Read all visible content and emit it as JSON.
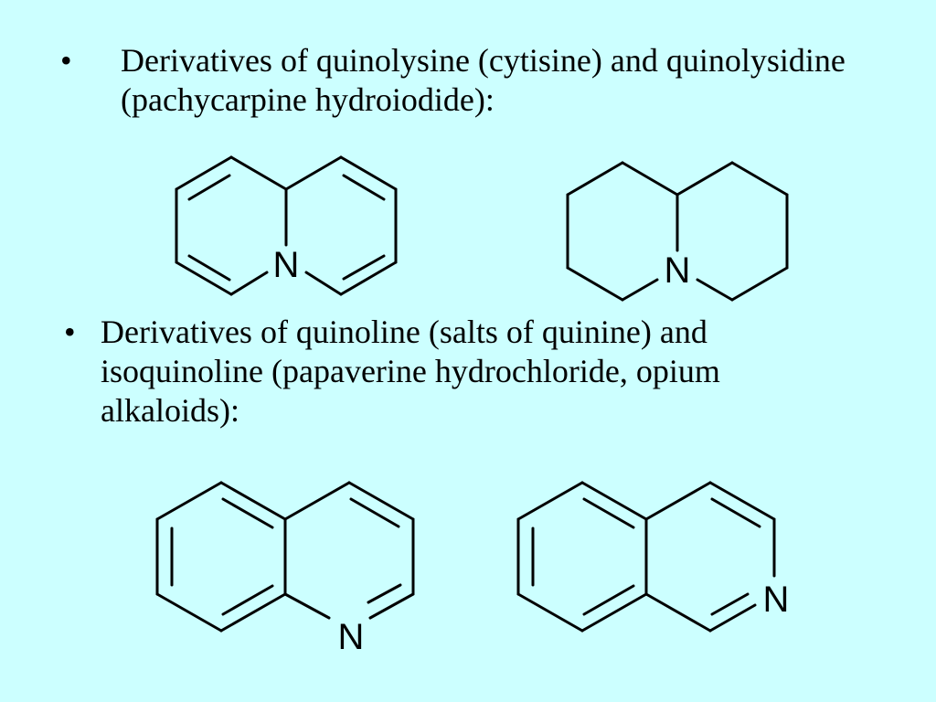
{
  "slide": {
    "background_color": "#ccffff",
    "text_color": "#000000"
  },
  "bullets": [
    {
      "marker": "•",
      "text": "Derivatives of quinolysine (cytisine) and quinolysidine (pachycarpine hydroiodide):"
    },
    {
      "marker": "•",
      "text": "Derivatives of quinoline (salts of quinine) and isoquinoline (papaverine hydrochloride, opium alkaloids):"
    }
  ],
  "structures": {
    "quinolysine": {
      "atom_label": "N"
    },
    "quinolysidine": {
      "atom_label": "N"
    },
    "quinoline": {
      "atom_label": "N"
    },
    "isoquinoline": {
      "atom_label": "N"
    }
  }
}
